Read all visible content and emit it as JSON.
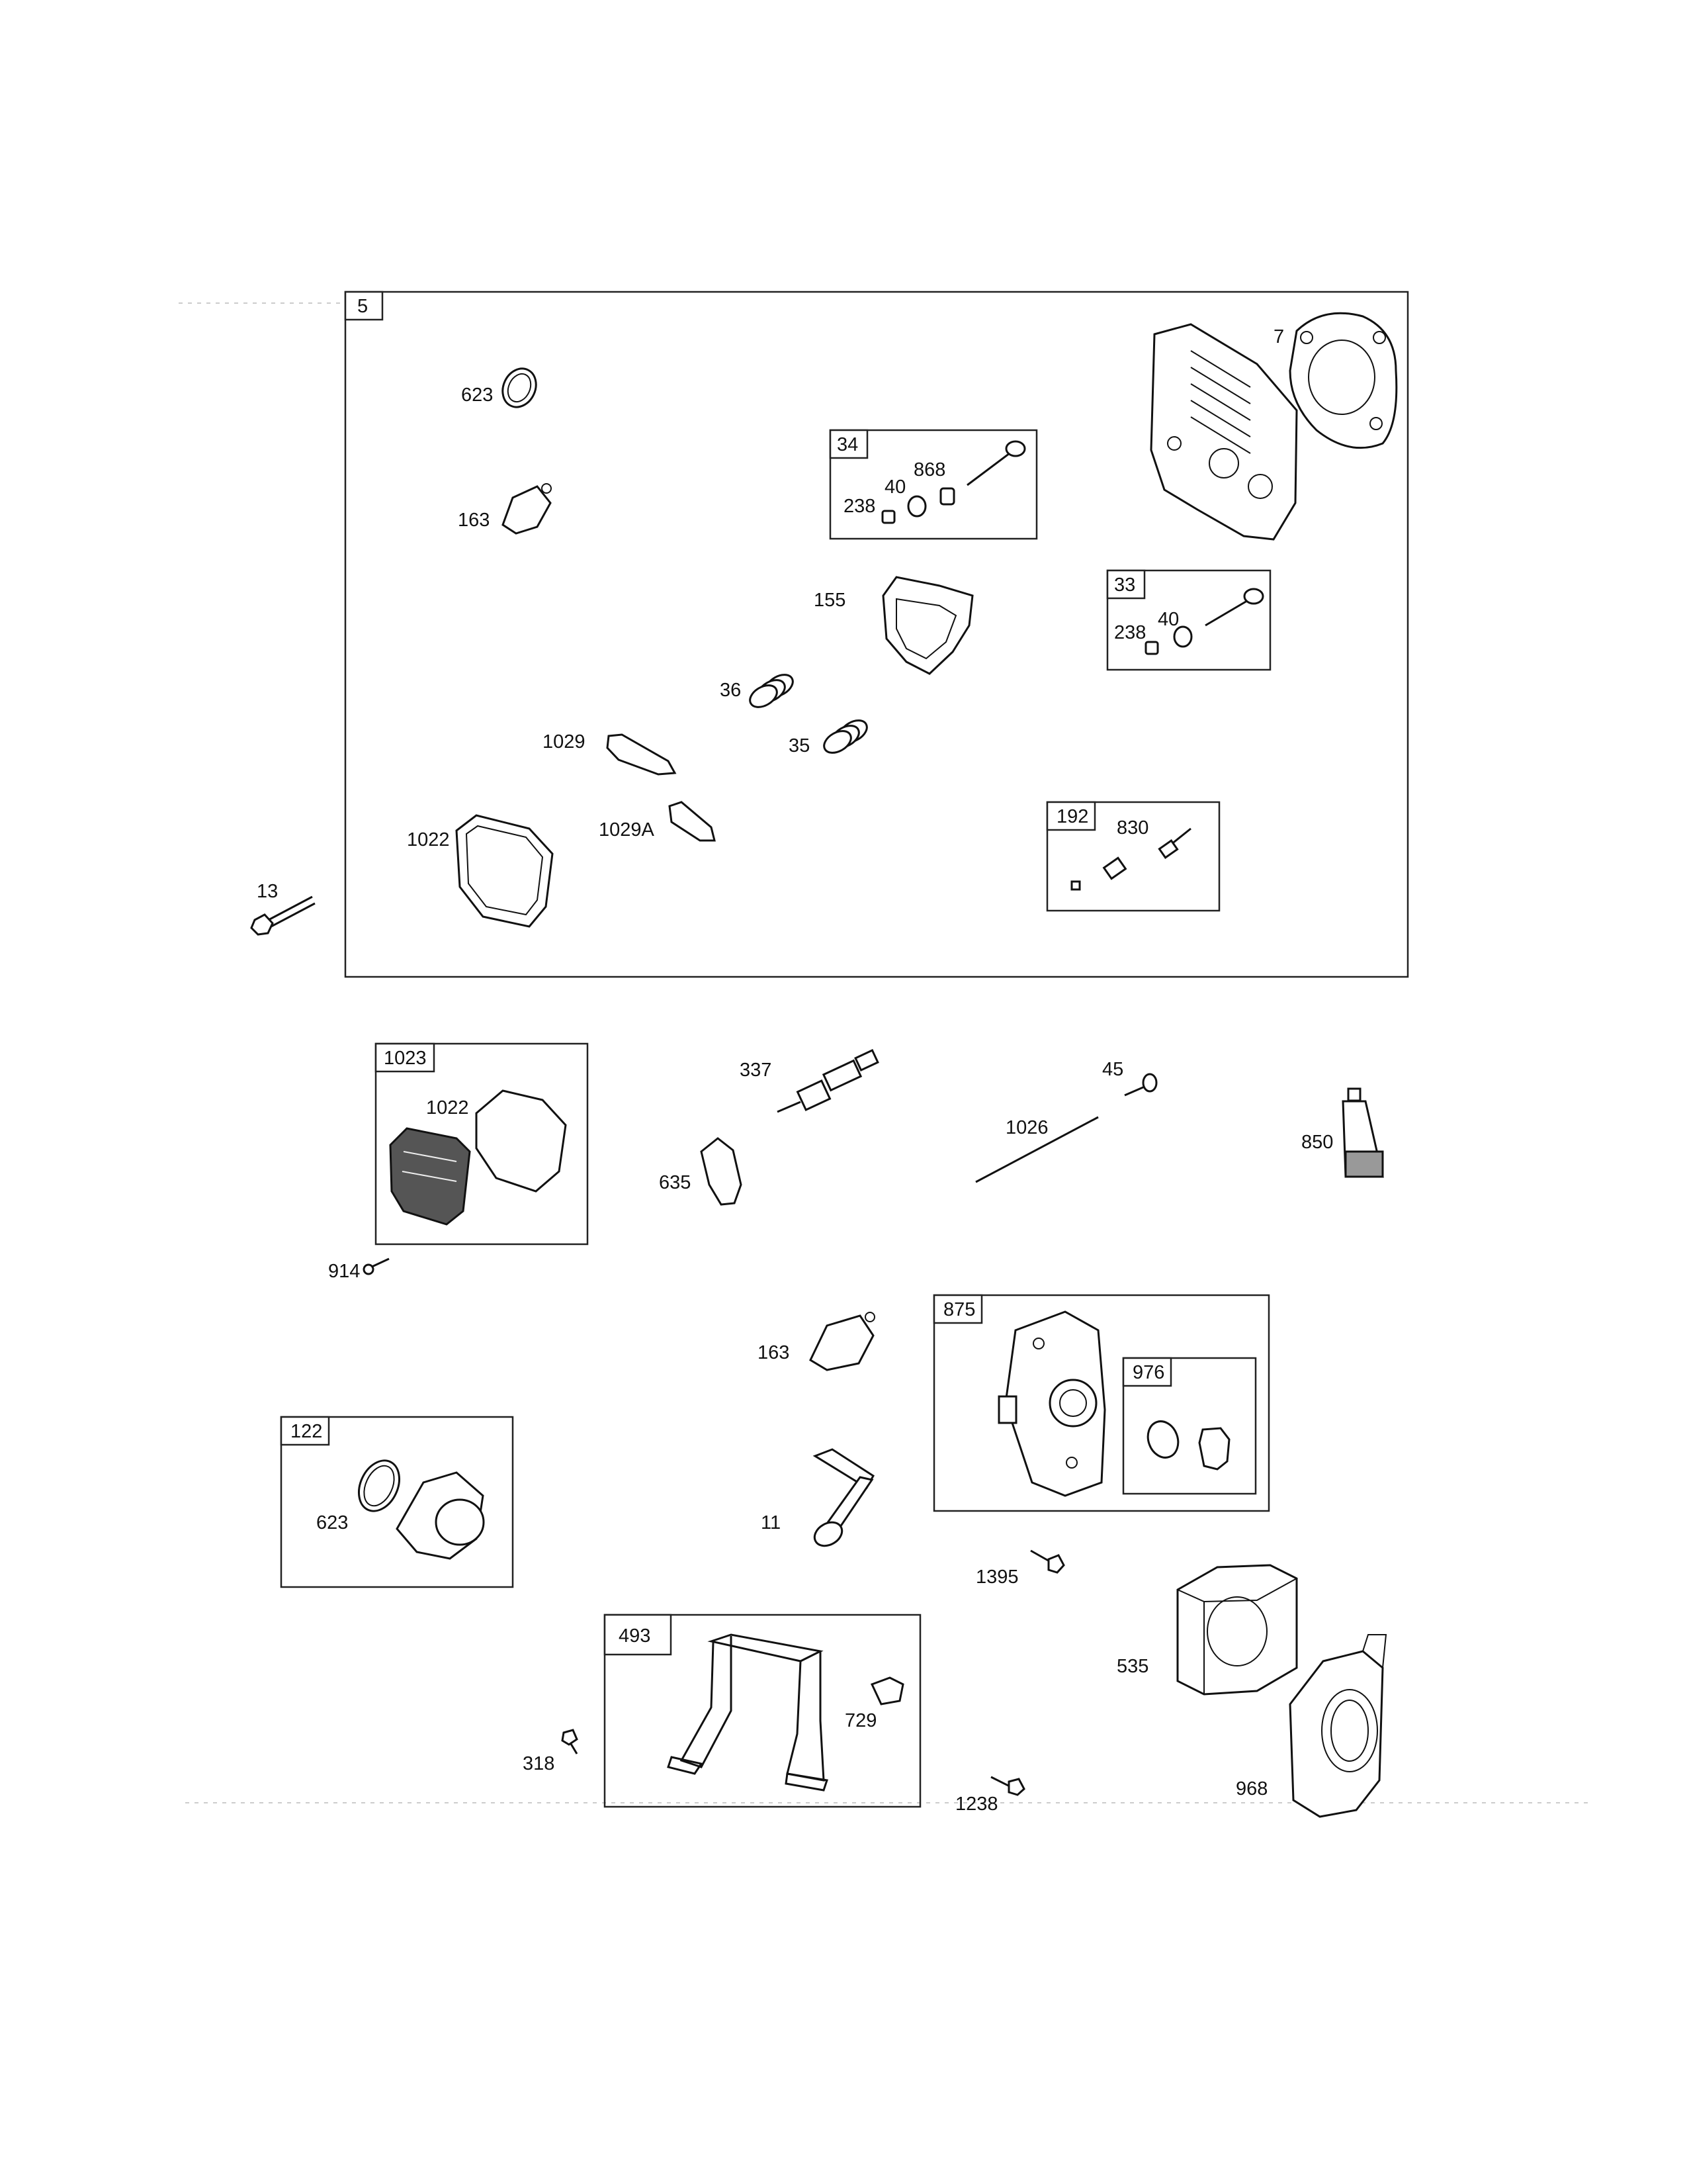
{
  "diagram": {
    "group_tags": {
      "g5": "5",
      "g34": "34",
      "g33": "33",
      "g192": "192",
      "g1023": "1023",
      "g875": "875",
      "g976": "976",
      "g122": "122",
      "g493": "493"
    },
    "callouts": {
      "p623a": "623",
      "p163a": "163",
      "p7": "7",
      "p868": "868",
      "p40a": "40",
      "p238a": "238",
      "p155": "155",
      "p40b": "40",
      "p238b": "238",
      "p36": "36",
      "p35": "35",
      "p1029": "1029",
      "p1029A": "1029A",
      "p1022a": "1022",
      "p830": "830",
      "p13": "13",
      "p337": "337",
      "p45": "45",
      "p1026": "1026",
      "p850": "850",
      "p1022b": "1022",
      "p635": "635",
      "p914": "914",
      "p163b": "163",
      "p623b": "623",
      "p11": "11",
      "p1395": "1395",
      "p535": "535",
      "p729": "729",
      "p318": "318",
      "p1238": "1238",
      "p968": "968"
    }
  }
}
